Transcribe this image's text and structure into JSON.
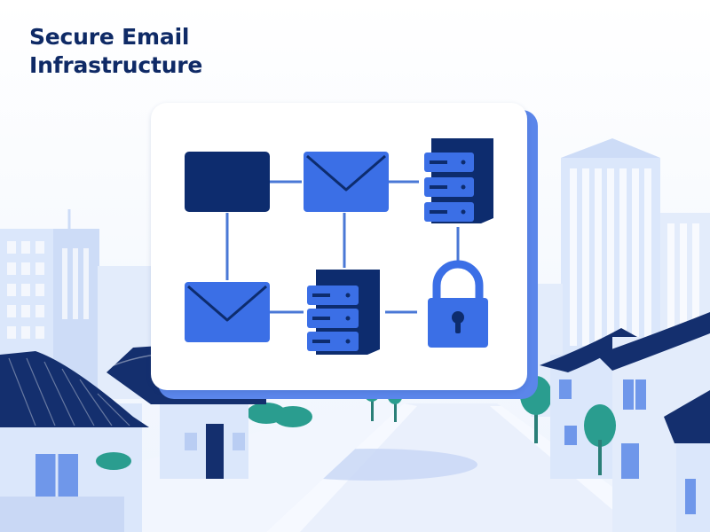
{
  "headline": {
    "line1": "Secure Email",
    "line2": "Infrastructure"
  },
  "colors": {
    "navy": "#0f2a66",
    "blue": "#3b6fe6",
    "dark": "#0d2c6e",
    "connector": "#4a78d6",
    "card_shadow": "#5b86ea",
    "sky": "#e8f0fc",
    "building": "#dbe7fb",
    "roof": "#142f6e",
    "tree": "#2a9d8f"
  },
  "diagram": {
    "nodes": [
      {
        "name": "client-box",
        "icon": "square-block-icon"
      },
      {
        "name": "email-top",
        "icon": "envelope-icon"
      },
      {
        "name": "server-top",
        "icon": "server-stack-icon"
      },
      {
        "name": "email-bottom",
        "icon": "envelope-icon"
      },
      {
        "name": "server-bottom",
        "icon": "server-stack-icon"
      },
      {
        "name": "security-lock",
        "icon": "padlock-icon"
      }
    ]
  }
}
